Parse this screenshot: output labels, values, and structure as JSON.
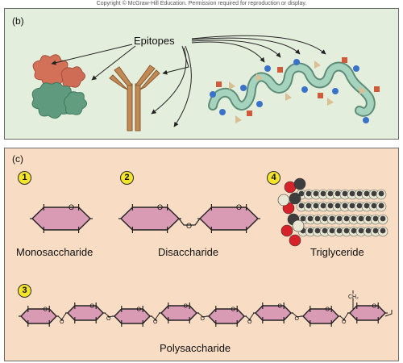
{
  "copyright": "Copyright © McGraw-Hill Education. Permission required for reproduction or display.",
  "panel_b": {
    "label": "(b)",
    "epitopes_label": "Epitopes"
  },
  "panel_c": {
    "label": "(c)",
    "items": [
      {
        "number": "1",
        "name": "Monosaccharide"
      },
      {
        "number": "2",
        "name": "Disaccharide"
      },
      {
        "number": "3",
        "name": "Polysaccharide"
      },
      {
        "number": "4",
        "name": "Triglyceride"
      }
    ],
    "ring_atom": "O",
    "ch2_label": "CH₂",
    "ch2_subscript": "2"
  },
  "colors": {
    "sugar_ring": "#d99ab4",
    "panel_b_bg": "#e4eedd",
    "panel_c_bg": "#f8ddc4",
    "antibody": "#c18a55",
    "protein": "#9ec9b4",
    "epitope_blue": "#3a72c9",
    "epitope_red": "#d05a3a",
    "epitope_tan": "#d9bf93",
    "number_badge": "#f4e52a"
  }
}
